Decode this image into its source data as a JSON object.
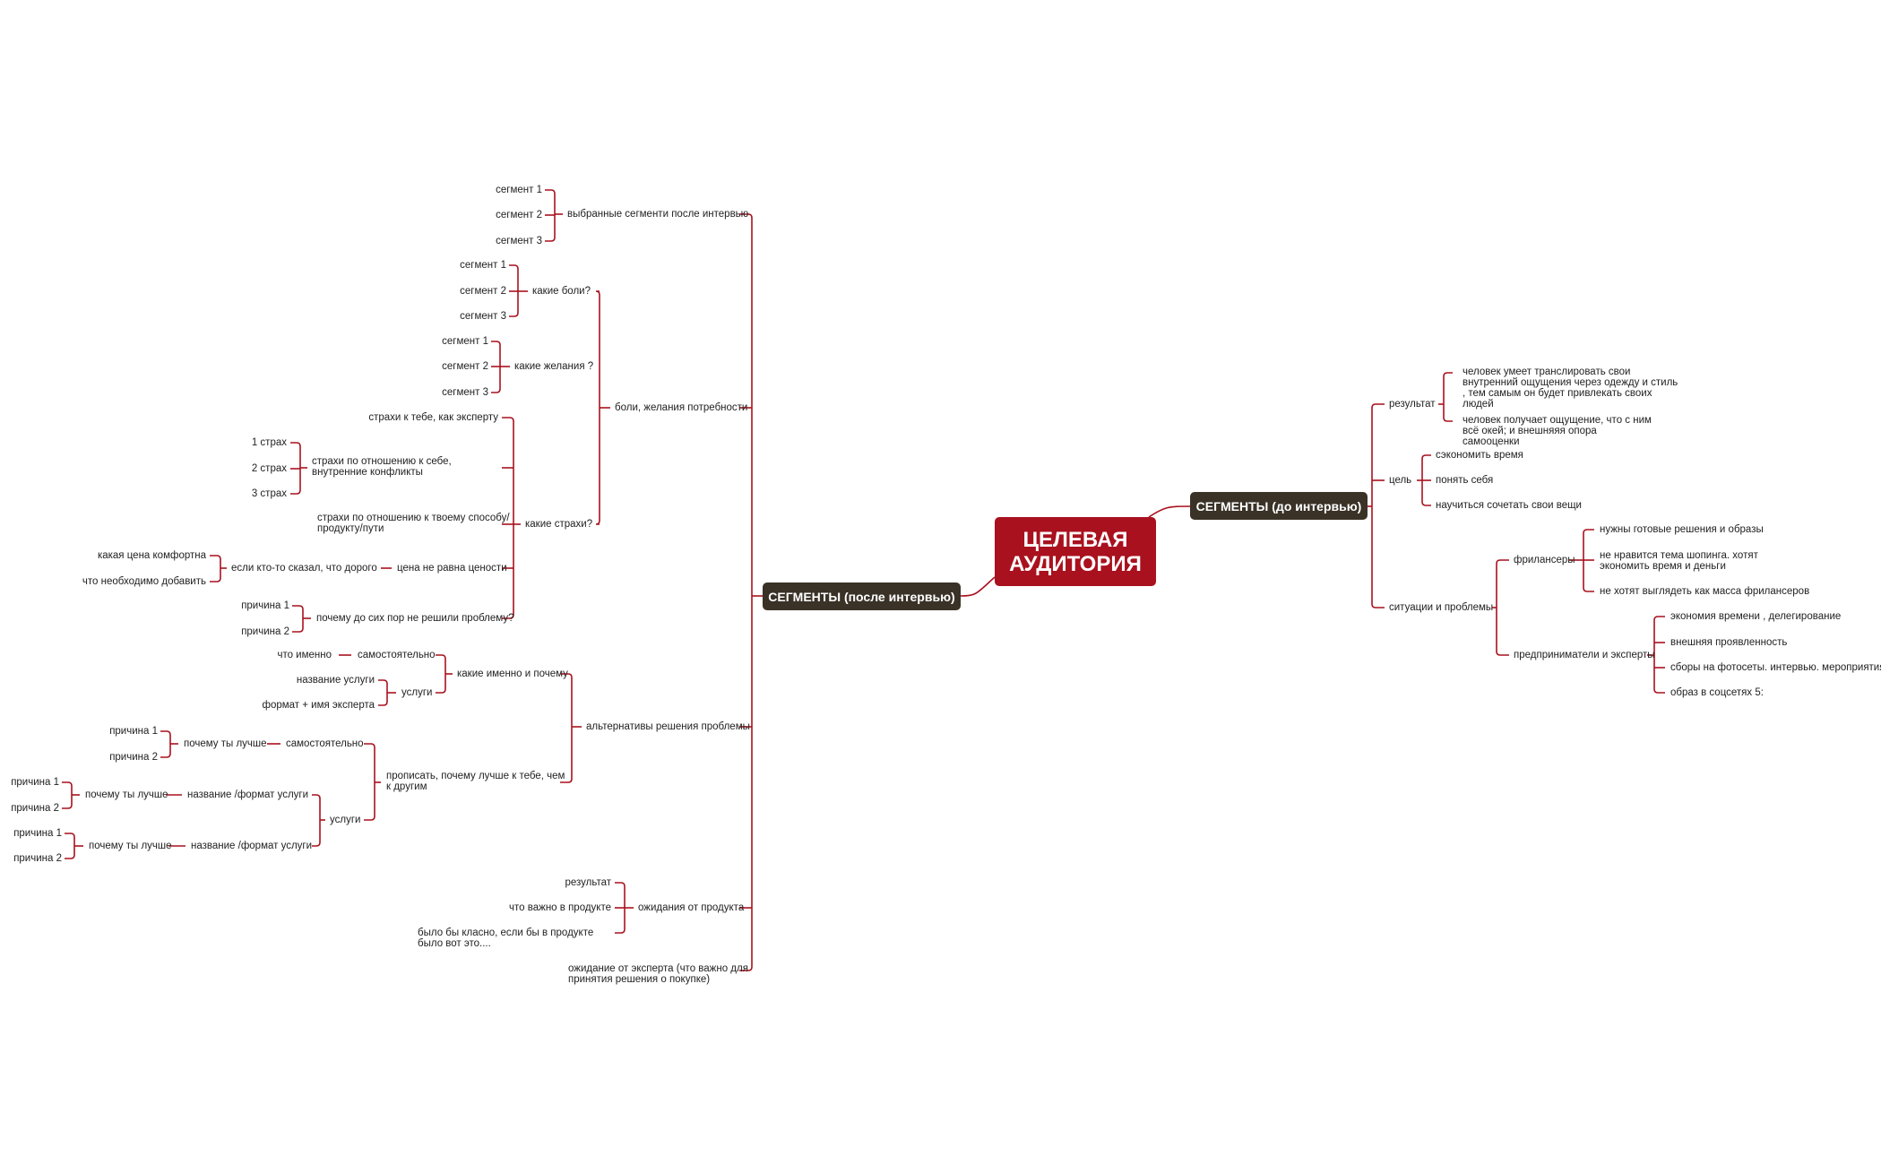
{
  "colors": {
    "root_bg": "#a9111e",
    "main_bg": "#3a3227",
    "line": "#a9111e"
  },
  "root": {
    "title": "ЦЕЛЕВАЯ АУДИТОРИЯ"
  },
  "right": {
    "title": "СЕГМЕНТЫ (до интервью)",
    "result": {
      "label": "результат",
      "items": [
        "человек умеет транслировать свои внутренний ощущения через одежду и стиль , тем самым он будет привлекать своих людей",
        "человек получает ощущение, что с ним всё окей; и внешняяя опора самооценки"
      ]
    },
    "goal": {
      "label": "цель",
      "items": [
        "сэкономить время",
        "понять себя",
        "научиться сочетать свои вещи"
      ]
    },
    "situations": {
      "label": "ситуации и проблемы",
      "freelancers": {
        "label": "фрилансеры",
        "items": [
          "нужны готовые решения и образы",
          "не нравится тема шопинга. хотят экономить время и деньги",
          "не хотят выглядеть как масса фрилансеров"
        ]
      },
      "entrepreneurs": {
        "label": "предприниматели и эксперты",
        "items": [
          "экономия времени , делегирование",
          "внешняя проявленность",
          "сборы на фотосеты. интервью. мероприятия",
          "образ в соцсетях 5:"
        ]
      }
    }
  },
  "left": {
    "title": "СЕГМЕНТЫ (после интервью)",
    "selected": {
      "label": "выбранные сегменти после интервью",
      "items": [
        "сегмент 1",
        "сегмент 2",
        "сегмент 3"
      ]
    },
    "pains": {
      "label": "боли, желания потребности",
      "which_pains": {
        "label": "какие боли?",
        "items": [
          "сегмент 1",
          "сегмент 2",
          "сегмент 3"
        ]
      },
      "which_desires": {
        "label": "какие желания ?",
        "items": [
          "сегмент 1",
          "сегмент 2",
          "сегмент 3"
        ]
      },
      "fears": {
        "label": "какие страхи?",
        "expert": "страхи к тебе, как эксперту",
        "self": {
          "label": "страхи по отношению к себе, внутренние конфликты",
          "items": [
            "1 страх",
            "2 страх",
            "3 страх"
          ]
        },
        "method": "страхи по отношению к твоему способу/ продукту/пути",
        "price": {
          "label": "цена не равна цености",
          "said": "если кто-то сказал, что дорого",
          "items": [
            "какая цена комфортна",
            "что необходимо добавить"
          ]
        },
        "why_not": {
          "label": "почему до сих пор не решили проблему?",
          "items": [
            "причина 1",
            "причина 2"
          ]
        }
      }
    },
    "alternatives": {
      "label": "альтернативы решения проблемы",
      "which": {
        "label": "какие именно и почему",
        "self": {
          "label": "самостоятельно",
          "item": "что именно"
        },
        "services": {
          "label": "услуги",
          "items": [
            "название услуги",
            "формат + имя эксперта"
          ]
        }
      },
      "better": {
        "label": "прописать, почему лучше к тебе, чем к другим",
        "self": {
          "label": "самостоятельно",
          "why": "почему ты лучше",
          "items": [
            "причина 1",
            "причина 2"
          ]
        },
        "services": {
          "label": "услуги",
          "a": {
            "label": "название /формат услуги",
            "why": "почему ты лучше",
            "items": [
              "причина 1",
              "причина 2"
            ]
          },
          "b": {
            "label": "название /формат услуги",
            "why": "почему ты лучше",
            "items": [
              "причина 1",
              "причина 2"
            ]
          }
        }
      }
    },
    "expectations": {
      "label": "ожидания от продукта",
      "items": [
        "результат",
        "что важно в продукте",
        "было бы класно, если бы в продукте было вот это...."
      ]
    },
    "expert_expectation": "ожидание от эксперта (что важно для принятия решения о покупке)"
  }
}
